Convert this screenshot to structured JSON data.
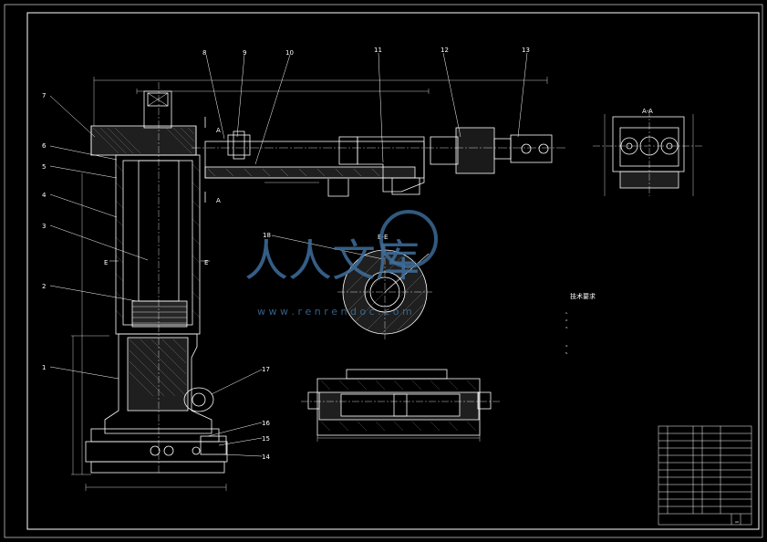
{
  "drawing": {
    "part_labels": [
      "1",
      "2",
      "3",
      "4",
      "5",
      "6",
      "7",
      "8",
      "9",
      "10",
      "11",
      "12",
      "13",
      "14",
      "15",
      "16",
      "17",
      "18"
    ],
    "section_labels": {
      "aa_top": "A",
      "aa_bottom": "A",
      "aa_view": "A-A",
      "ee_left": "E",
      "ee_right": "E",
      "ee_view": "E-E"
    },
    "tech_req": {
      "title": "技术要求",
      "lines": [
        "1.",
        "2.",
        "3.",
        "4.",
        "5."
      ]
    },
    "title_block": {
      "scale": "A0"
    },
    "watermark": {
      "cn": "人人文库",
      "url": "w w w . r e n r e n d o c . c o m"
    }
  }
}
